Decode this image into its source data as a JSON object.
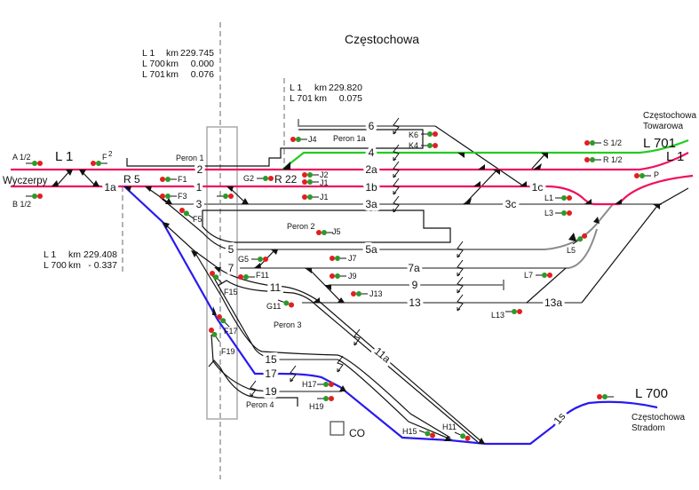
{
  "title": "Częstochowa",
  "km_markers": [
    {
      "rows": [
        {
          "line": "L 1",
          "unit": "km",
          "value": "229.745"
        },
        {
          "line": "L 700",
          "unit": "km",
          "value": "0.000"
        },
        {
          "line": "L 701",
          "unit": "km",
          "value": "0.076"
        }
      ]
    },
    {
      "rows": [
        {
          "line": "L 1",
          "unit": "km",
          "value": "229.820"
        },
        {
          "line": "L 701",
          "unit": "km",
          "value": "0.075"
        }
      ]
    },
    {
      "rows": [
        {
          "line": "L 1",
          "unit": "km",
          "value": "229.408"
        },
        {
          "line": "L 700",
          "unit": "km",
          "value": "- 0.337"
        }
      ]
    }
  ],
  "directions": {
    "wyczerpy": "Wyczerpy",
    "towarowa_1": "Częstochowa",
    "towarowa_2": "Towarowa",
    "stradom_1": "Częstochowa",
    "stradom_2": "Stradom"
  },
  "line_labels": {
    "l1_left": "L 1",
    "l1_right": "L 1",
    "l701": "L 701",
    "l700": "L 700"
  },
  "switch_areas": {
    "r5": "R 5",
    "r22": "R 22"
  },
  "platforms": {
    "p1": "Peron 1",
    "p1a": "Peron 1a",
    "p2": "Peron 2",
    "p3": "Peron 3",
    "p4": "Peron 4"
  },
  "tracks": {
    "t2": "2",
    "t1a": "1a",
    "t1": "1",
    "t3": "3",
    "t2a": "2a",
    "t1b": "1b",
    "t3a": "3a",
    "t3c": "3c",
    "t1c": "1c",
    "t4": "4",
    "t6": "6",
    "t5": "5",
    "t5a": "5a",
    "t7": "7",
    "t7a": "7a",
    "t9": "9",
    "t13": "13",
    "t13a": "13a",
    "t11": "11",
    "t11a": "11a",
    "t15": "15",
    "t17": "17",
    "t19": "19",
    "t1s": "1s"
  },
  "signals": {
    "a12": "A 1/2",
    "b12": "B 1/2",
    "f2": "F",
    "f2_sup": "2",
    "f1": "F1",
    "f3": "F3",
    "f5": "F5",
    "g2": "G2",
    "j2": "J2",
    "j1": "J1",
    "j1b": "J1",
    "j4": "J4",
    "k6": "K6",
    "k4": "K4",
    "s12": "S 1/2",
    "r12": "R 1/2",
    "p": "P",
    "l1": "L1",
    "l3": "L3",
    "j5": "J5",
    "g5": "G5",
    "j7": "J7",
    "f11": "F11",
    "j9": "J9",
    "j13": "J13",
    "g11": "G11",
    "f15": "F15",
    "f17": "F17",
    "f19": "F19",
    "h17": "H17",
    "h19": "H19",
    "l5": "L5",
    "l7": "L7",
    "l13": "L13",
    "h15": "H15",
    "h11": "H11"
  },
  "co_label": "CO",
  "colors": {
    "line_l1": "#ee1060",
    "line_l701": "#22cc22",
    "line_l700": "#2a1aee",
    "track_other": "#8a8a8a",
    "signal_red": "#e02020",
    "signal_green": "#2a9a2a"
  }
}
